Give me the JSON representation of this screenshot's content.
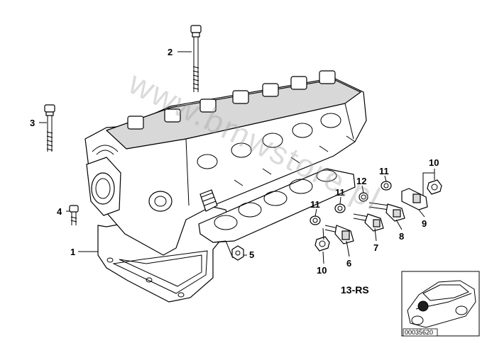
{
  "callouts": {
    "c1": "1",
    "c2": "2",
    "c3": "3",
    "c4": "4",
    "c5": "5",
    "c6": "6",
    "c7": "7",
    "c8": "8",
    "c9": "9",
    "c10a": "10",
    "c10b": "10",
    "c11a": "11",
    "c11b": "11",
    "c11c": "11",
    "c12": "12"
  },
  "section_label": "13-RS",
  "thumbnail": {
    "image_number": "00035620"
  },
  "watermark": "www.bmwstore.pl"
}
